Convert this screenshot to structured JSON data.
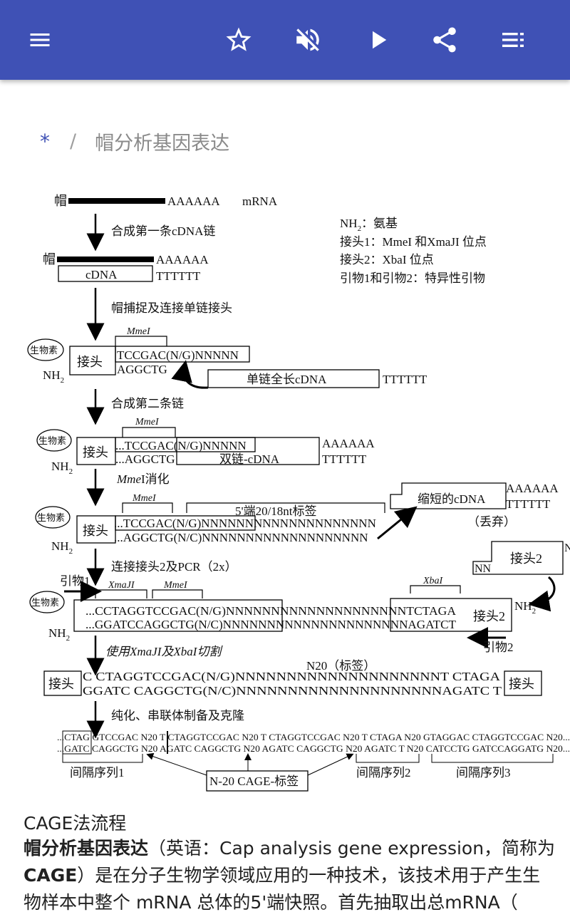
{
  "toolbar": {
    "menu_icon": "hamburger-menu-icon",
    "star_icon": "star-outline-icon",
    "mute_icon": "volume-off-icon",
    "play_icon": "play-icon",
    "share_icon": "share-icon",
    "toc_icon": "list-icon",
    "background_color": "#3f51b5"
  },
  "breadcrumb": {
    "home": "*",
    "separator": "/",
    "title": "帽分析基因表达"
  },
  "figure": {
    "cap": "帽",
    "polyA": "AAAAAA",
    "polyT": "TTTTTT",
    "mrna": "mRNA",
    "cdna": "cDNA",
    "step1": "合成第一条cDNA链",
    "step2": "帽捕捉及连接单链接头",
    "step3": "合成第二条链",
    "step4_italic": "Mme",
    "step4_rest": "I消化",
    "step5": "连接接头2及PCR（2x）",
    "step6": "使用XmaJI及XbaI切割",
    "step7": "纯化、串联体制备及克隆",
    "legend1_a": "NH",
    "legend1_sub": "2",
    "legend1_b": "：氨基",
    "legend2": "接头1：MmeI 和XmaJI  位点",
    "legend3": "接头2：XbaI 位点",
    "legend4": "引物1和引物2：特异性引物",
    "biotin": "生物素",
    "adapter": "接头",
    "adapter2": "接头2",
    "nh2": "NH",
    "nh2_sub": "2",
    "mmei": "MmeI",
    "xmaji": "XmaJI",
    "xbai": "XbaI",
    "seq_a1": "TCCGAC(N/G)NNNNN",
    "seq_a2": "AGGCTG",
    "ss_cdna": "单链全长cDNA",
    "seq_b1": "...TCCGAC(N/G)NNNNN",
    "seq_b2": "...AGGCTG",
    "ds_cdna": "双链-cDNA",
    "tag_label": "5'端20/18nt标签",
    "seq_c1": "...TCCGAC(N/G)NNNNNNNNNNNNNNNNNNNN",
    "seq_c2": "...AGGCTG(N/C)NNNNNNNNNNNNNNNNNNN",
    "short_cdna": "缩短的cDNA",
    "discard": "（丢弃）",
    "nn": "NN",
    "n_cut": "N",
    "primer1": "引物1",
    "primer2": "引物2",
    "seq_d1": "...CCTAGGTCCGAC(N/G)NNNNNNNNNNNNNNNNNNNNTCTAGA",
    "seq_d2": "...GGATCCAGGCTG(N/C)NNNNNNNNNNNNNNNNNNNNNAGATCT",
    "n20_tag": "N20（标签）",
    "seq_e1": "C      CTAGGTCCGAC(N/G)NNNNNNNNNNNNNNNNNNNNT       CTAGA",
    "seq_e2": "GGATC        CAGGCTG(N/C)NNNNNNNNNNNNNNNNNNNNAGATC        T",
    "concat1": "...CTAG GTCCGAC N20 T CTAGGTCCGAC N20 T CTAGGTCCGAC N20 T CTAGA N20 GTAGGAC CTAGGTCCGAC N20...",
    "concat2": "...GATC CAGGCTG N20 AGATC CAGGCTG N20 AGATC CAGGCTG N20 AGATC T N20 CATCCTG GATCCAGGATG N20...",
    "spacer1": "间隔序列1",
    "spacer2": "间隔序列2",
    "spacer3": "间隔序列3",
    "cage_tag": "N-20 CAGE-标签"
  },
  "content": {
    "caption": "CAGE法流程",
    "para_bold1": "帽分析基因表达",
    "para_text1": "（英语：Cap analysis gene expression，简称为",
    "para_bold2": "CAGE",
    "para_text2": "）是在分子生物学领域应用的一种技术，该技术用于产生生物样本中整个 mRNA 总体的5'端快照。首先抽取出总mRNA（"
  }
}
